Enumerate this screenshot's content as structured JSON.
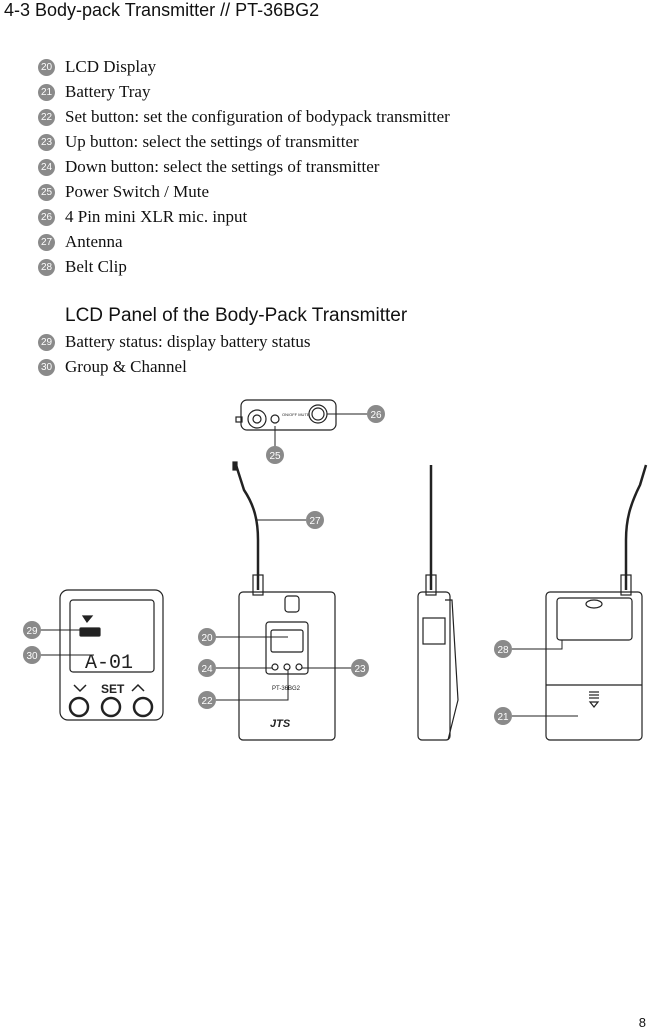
{
  "page_title": "4-3 Body-pack Transmitter // PT-36BG2",
  "items": [
    {
      "num": "20",
      "text": "LCD Display"
    },
    {
      "num": "21",
      "text": "Battery Tray"
    },
    {
      "num": "22",
      "text": "Set button: set the configuration of bodypack transmitter"
    },
    {
      "num": "23",
      "text": "Up button: select the settings of transmitter"
    },
    {
      "num": "24",
      "text": "Down button: select the settings of transmitter"
    },
    {
      "num": "25",
      "text": "Power  Switch / Mute"
    },
    {
      "num": "26",
      "text": "4 Pin mini XLR mic. input"
    },
    {
      "num": "27",
      "text": "Antenna"
    },
    {
      "num": "28",
      "text": "Belt Clip"
    }
  ],
  "lcd_section": {
    "heading": "LCD Panel of the Body-Pack Transmitter",
    "items": [
      {
        "num": "29",
        "text": "Battery status: display  battery status"
      },
      {
        "num": "30",
        "text": "Group & Channel"
      }
    ]
  },
  "figure": {
    "lcd_readout": "A-01",
    "set_label": "SET",
    "model_label": "PT-36BG2",
    "brand_label": "JTS",
    "top_switch_label": "ON/OFF MUTE",
    "callouts": [
      "20",
      "21",
      "22",
      "23",
      "24",
      "25",
      "26",
      "27",
      "28",
      "29",
      "30"
    ]
  },
  "page_number": "8"
}
